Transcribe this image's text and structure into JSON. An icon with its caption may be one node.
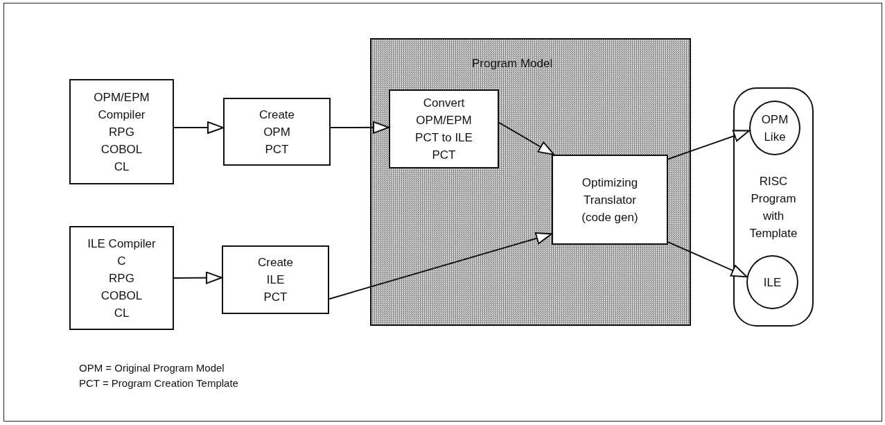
{
  "diagram": {
    "nodes": [
      {
        "text": [
          "OPM/EPM Compiler",
          "RPG",
          "COBOL",
          "CL"
        ]
      },
      {
        "text": [
          "Create OPM PCT"
        ]
      },
      {
        "text": [
          "ILE Compiler",
          "C",
          "RPG",
          "COBOL",
          "CL"
        ]
      },
      {
        "text": [
          "Create ILE PCT"
        ]
      },
      {
        "text": [
          "Program Model"
        ]
      },
      {
        "text": [
          "Convert OPM/EPM PCT to ILE PCT"
        ],
        "in": 4
      },
      {
        "text": [
          "Optimizing Translator (code gen)"
        ],
        "in": 4
      },
      {
        "text": [
          "RISC Program with Template"
        ]
      },
      {
        "text": [
          "OPM Like"
        ],
        "in": 7
      },
      {
        "text": [
          "ILE"
        ],
        "in": 7
      }
    ],
    "edges": [
      {
        "from": 0,
        "to": 1,
        "arrow": "to"
      },
      {
        "from": 1,
        "to": 5,
        "arrow": "to"
      },
      {
        "from": 2,
        "to": 3,
        "arrow": "to"
      },
      {
        "from": 5,
        "to": 6,
        "arrow": "to"
      },
      {
        "from": 3,
        "to": 6,
        "arrow": "to"
      },
      {
        "from": 6,
        "to": 8,
        "arrow": "to"
      },
      {
        "from": 6,
        "to": 9,
        "arrow": "to"
      }
    ],
    "labels": [
      "OPM = Original Program Model",
      "PCT = Program Creation Template"
    ]
  }
}
